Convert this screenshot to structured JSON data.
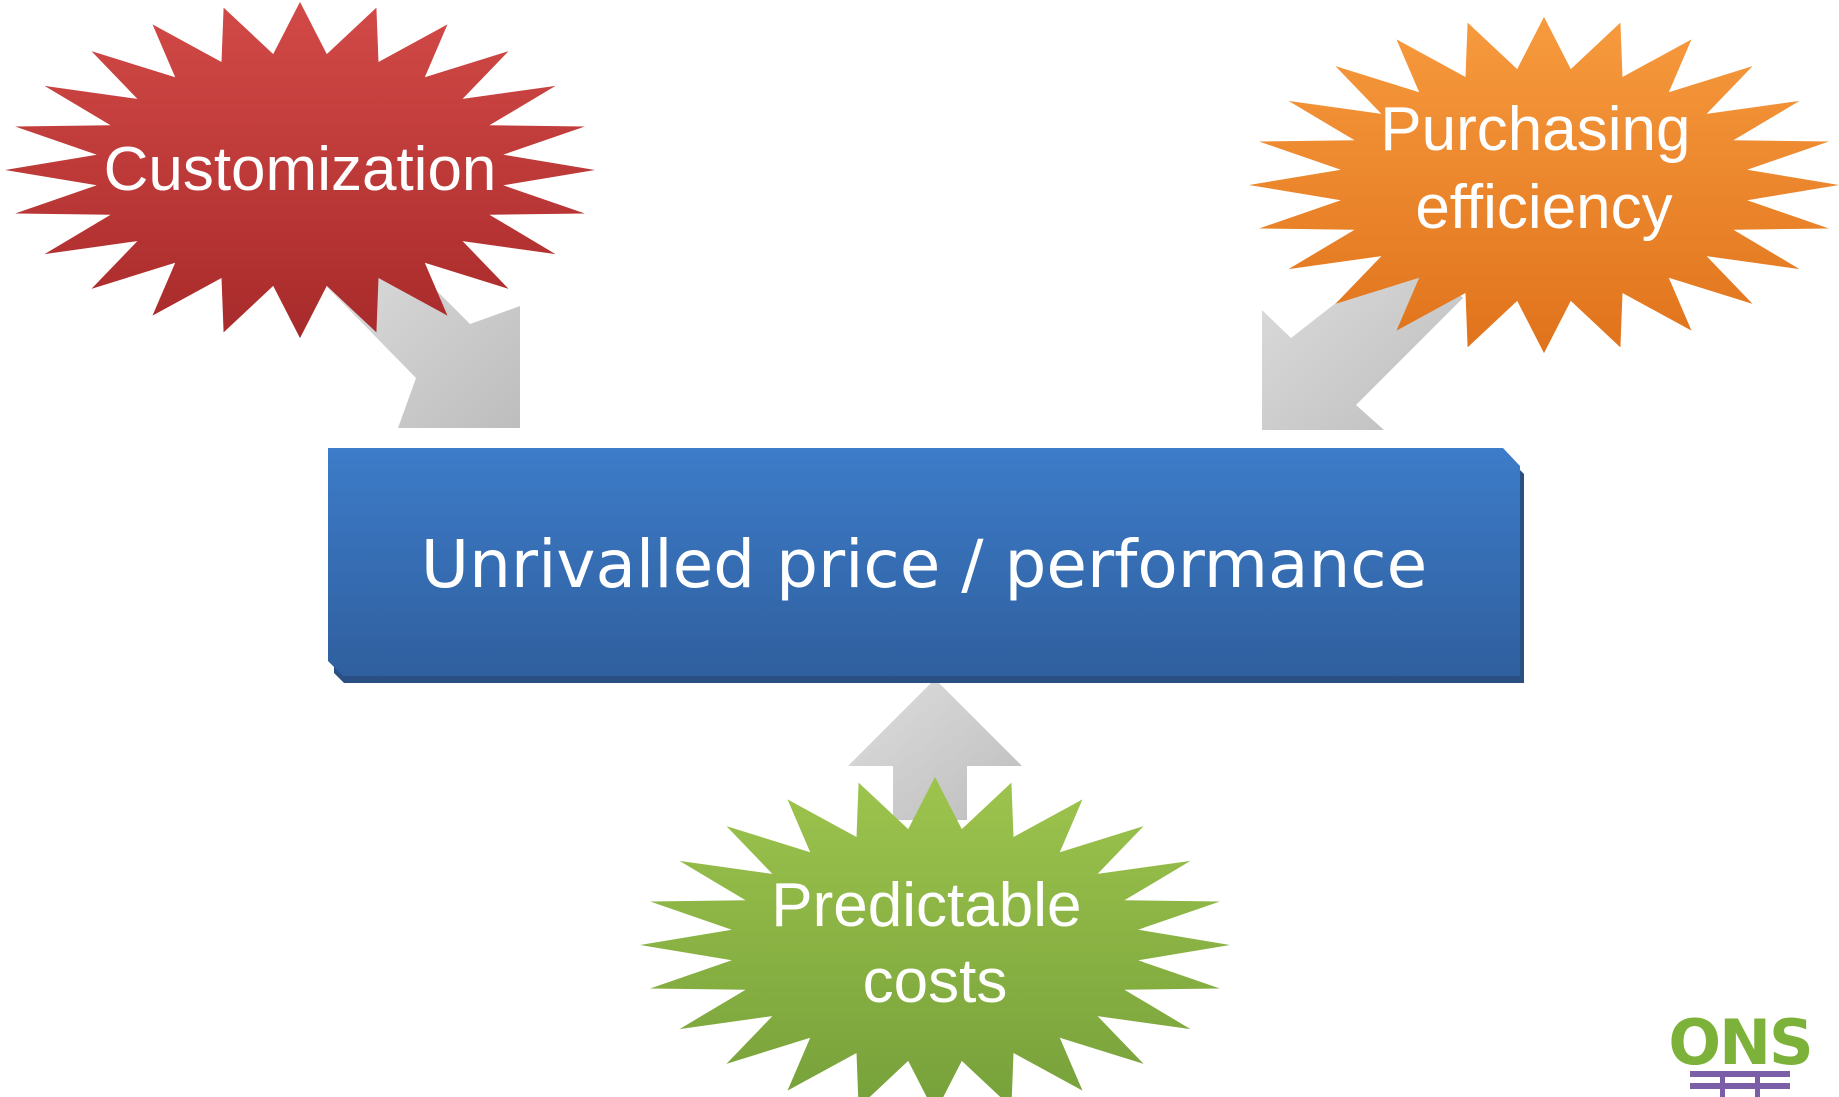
{
  "center_box": {
    "label": "Unrivalled price / performance",
    "color_top": "#3d7cc9",
    "color_bottom": "#2f5f9e"
  },
  "drivers": [
    {
      "id": "customization",
      "lines": [
        "Customization"
      ],
      "color_top": "#d24a47",
      "color_bottom": "#a82a2a"
    },
    {
      "id": "purchasing-efficiency",
      "lines": [
        "Purchasing",
        "efficiency"
      ],
      "color_top": "#f79a3e",
      "color_bottom": "#e0731c"
    },
    {
      "id": "predictable-costs",
      "lines": [
        "Predictable",
        "costs"
      ],
      "color_top": "#9dc44d",
      "color_bottom": "#76a03a"
    }
  ],
  "arrow_color": "#c8c8c8",
  "logo": {
    "text": "ONS",
    "text_color": "#7db23a",
    "bar_color": "#7a5ea8"
  }
}
